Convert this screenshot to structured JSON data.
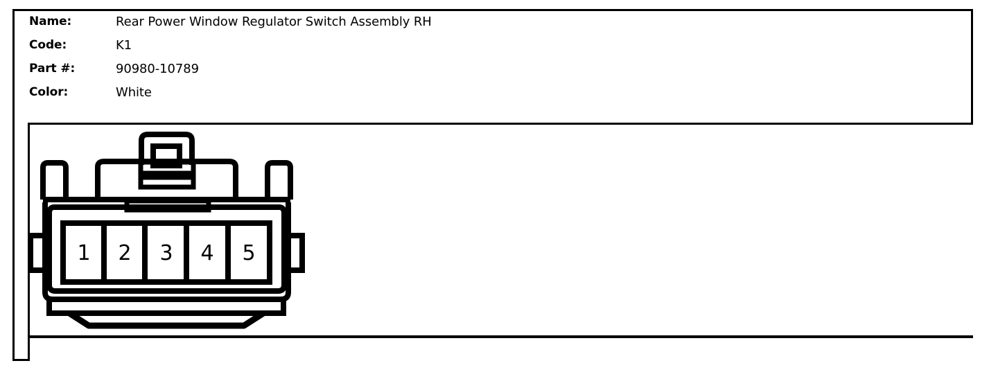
{
  "document": {
    "type": "connector-datasheet-card",
    "colors": {
      "ink": "#000000",
      "paper": "#ffffff"
    }
  },
  "info": {
    "rows": [
      {
        "label": "Name:",
        "value": "Rear Power Window Regulator Switch Assembly RH"
      },
      {
        "label": "Code:",
        "value": "K1"
      },
      {
        "label": "Part #:",
        "value": "90980-10789"
      },
      {
        "label": "Color:",
        "value": "White"
      }
    ]
  },
  "connector": {
    "view": "front-face-terminal-side",
    "cavity_count": 5,
    "pins": [
      {
        "number": "1"
      },
      {
        "number": "2"
      },
      {
        "number": "3"
      },
      {
        "number": "4"
      },
      {
        "number": "5"
      }
    ],
    "features": [
      "top-center-latch-lock",
      "left-side-rail-tab",
      "right-side-rail-tab",
      "left-outer-lug",
      "right-outer-lug",
      "bottom-trapezoid-skirt"
    ]
  }
}
